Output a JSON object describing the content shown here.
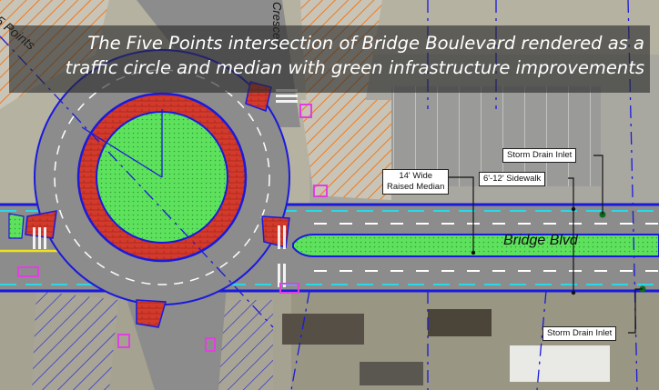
{
  "caption": {
    "line1": "The Five Points intersection of Bridge Boulevard rendered as a",
    "line2": "traffic circle and median with green infrastructure improvements"
  },
  "streets": {
    "bridge_blvd": "Bridge Blvd",
    "five_points": "5 Points",
    "crescent": "Crescent"
  },
  "callouts": {
    "storm_drain_top": "Storm Drain Inlet",
    "median_line1": "14' Wide",
    "median_line2": "Raised Median",
    "sidewalk": "6'-12' Sidewalk",
    "storm_drain_bottom": "Storm Drain Inlet"
  },
  "colors": {
    "asphalt": "#8c8c8c",
    "green_median": "#58e058",
    "red_brick": "#d23a2c",
    "lane_white": "#ffffff",
    "lane_yellow": "#f0e020",
    "curb_blue": "#1a1adc",
    "hatch_orange": "#ef7a1a",
    "cyan_line": "#2ad8e8",
    "magenta": "#e040e0",
    "dark_green_dot": "#0a6a20"
  }
}
